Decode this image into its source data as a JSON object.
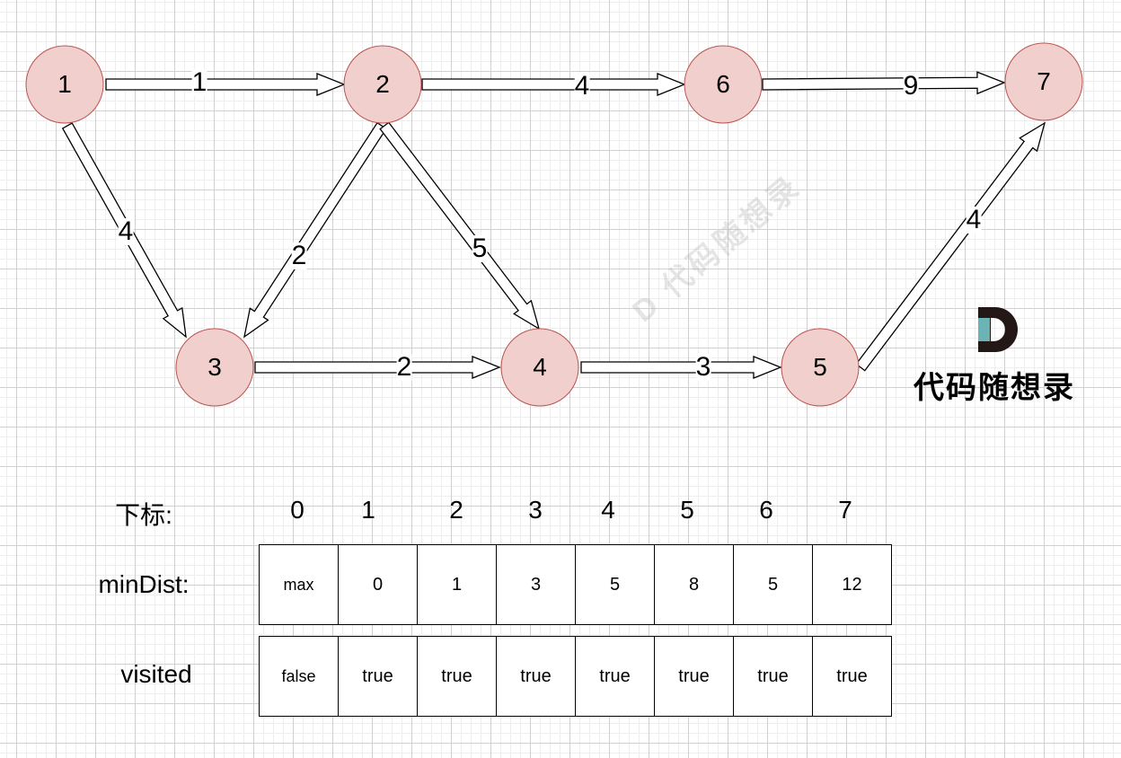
{
  "nodes": [
    {
      "id": "1"
    },
    {
      "id": "2"
    },
    {
      "id": "3"
    },
    {
      "id": "4"
    },
    {
      "id": "5"
    },
    {
      "id": "6"
    },
    {
      "id": "7"
    }
  ],
  "edges": [
    {
      "from": "1",
      "to": "2",
      "weight": "1"
    },
    {
      "from": "2",
      "to": "6",
      "weight": "4"
    },
    {
      "from": "6",
      "to": "7",
      "weight": "9"
    },
    {
      "from": "1",
      "to": "3",
      "weight": "4"
    },
    {
      "from": "2",
      "to": "3",
      "weight": "2"
    },
    {
      "from": "2",
      "to": "4",
      "weight": "5"
    },
    {
      "from": "3",
      "to": "4",
      "weight": "2"
    },
    {
      "from": "4",
      "to": "5",
      "weight": "3"
    },
    {
      "from": "5",
      "to": "7",
      "weight": "4"
    }
  ],
  "colors": {
    "node_fill": "#f1cfcd",
    "node_stroke": "#b85450",
    "logo_teal": "#6bb3b5",
    "logo_dark": "#231815"
  },
  "logo": {
    "letter": "D",
    "text": "代码随想录"
  },
  "watermark": {
    "letter": "D",
    "text": "代码随想录"
  },
  "table": {
    "index_label": "下标:",
    "indices": [
      "0",
      "1",
      "2",
      "3",
      "4",
      "5",
      "6",
      "7"
    ],
    "minDist_label": "minDist:",
    "minDist": [
      "max",
      "0",
      "1",
      "3",
      "5",
      "8",
      "5",
      "12"
    ],
    "visited_label": "visited",
    "visited": [
      "false",
      "true",
      "true",
      "true",
      "true",
      "true",
      "true",
      "true"
    ]
  }
}
